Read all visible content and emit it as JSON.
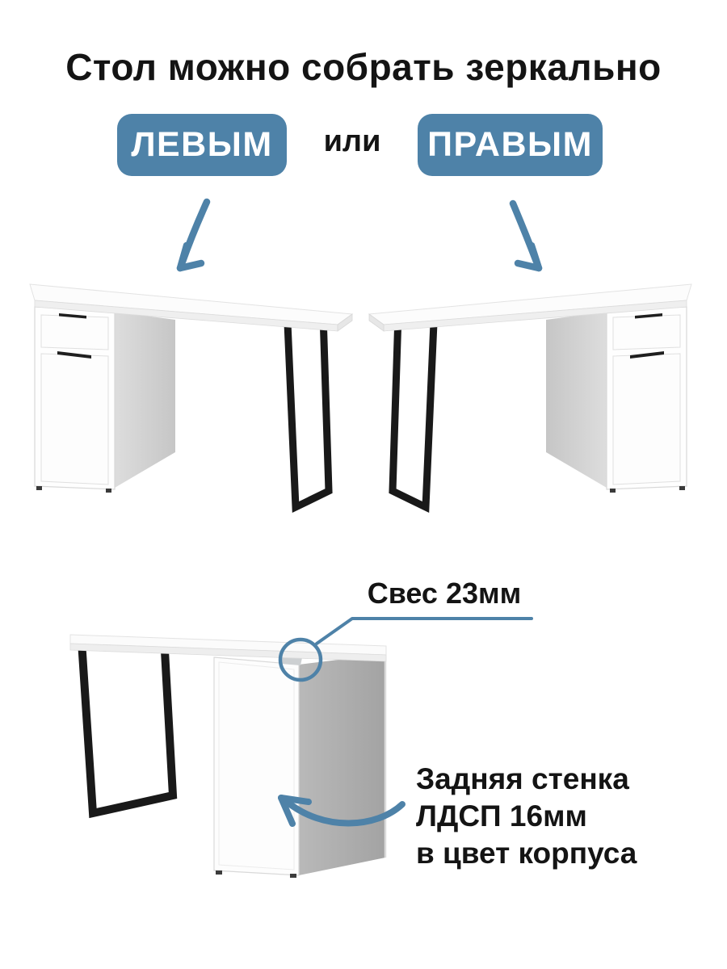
{
  "title": "Стол можно собрать зеркально",
  "options": {
    "left_label": "ЛЕВЫМ",
    "or_label": "или",
    "right_label": "ПРАВЫМ"
  },
  "callouts": {
    "overhang_label": "Свес 23мм",
    "back_panel_lines": [
      "Задняя стенка",
      "ЛДСП 16мм",
      "в цвет корпуса"
    ]
  },
  "icons": {
    "arrow_down_left": "hand-drawn arrow pointing down-left to left desk variant",
    "arrow_down_right": "hand-drawn arrow pointing down-right to right desk variant",
    "highlight_circle": "circle highlighting tabletop overhang corner",
    "curved_arrow": "curved arrow pointing to desk back panel"
  },
  "colors": {
    "accent": "#4e82a8",
    "text": "#141414",
    "leg": "#191919",
    "desk_white": "#fdfdfd",
    "panel_gray": "#c7c7c7",
    "background": "#ffffff"
  }
}
